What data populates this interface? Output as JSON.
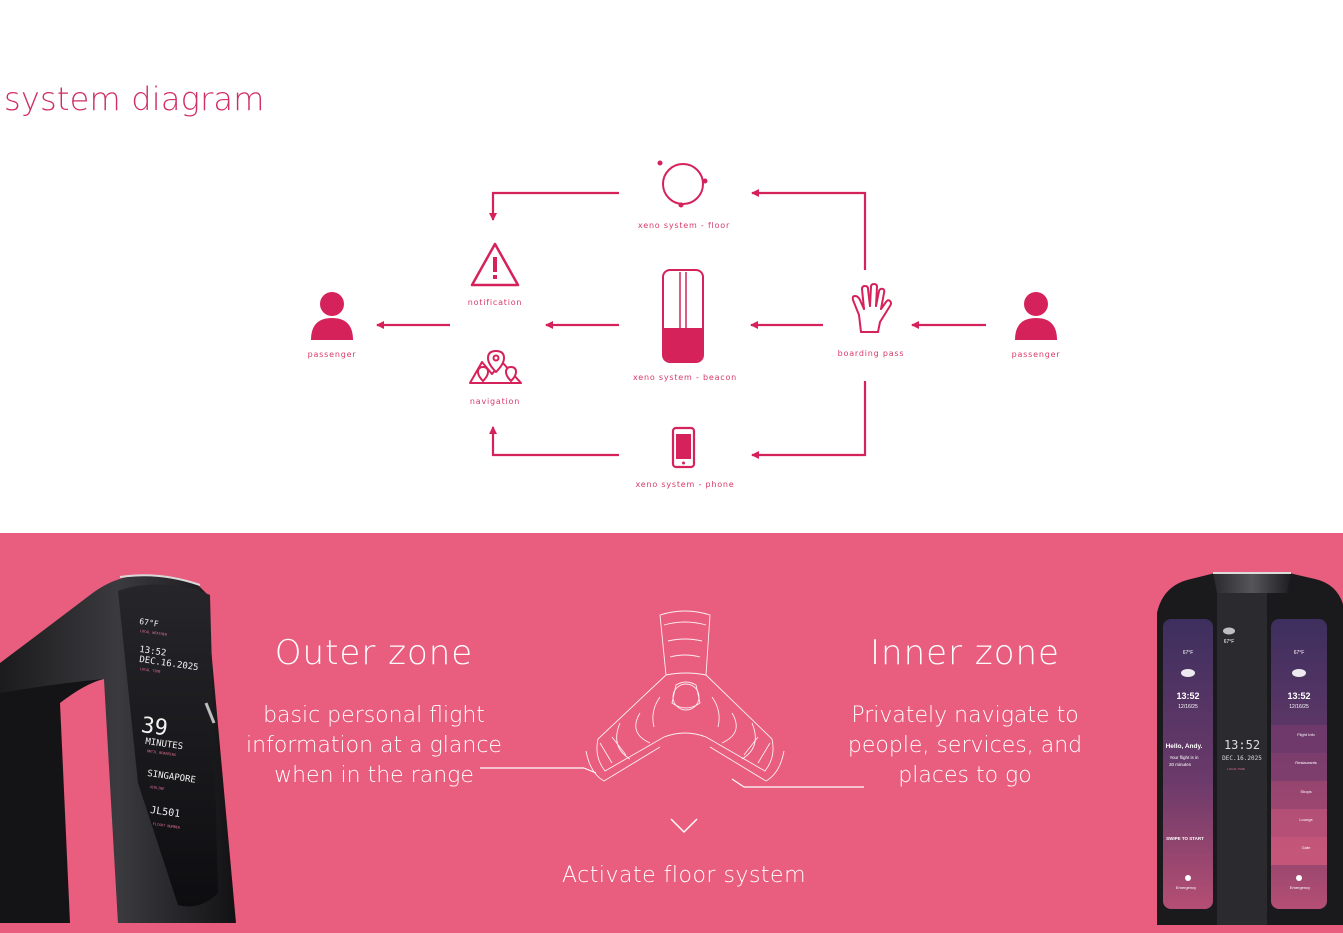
{
  "page": {
    "title": "system diagram"
  },
  "diagram": {
    "nodes": {
      "floor": "xeno system - floor",
      "notification": "notification",
      "passenger_left": "passenger",
      "beacon": "xeno system - beacon",
      "boarding_pass": "boarding pass",
      "passenger_right": "passenger",
      "navigation": "navigation",
      "phone": "xeno system - phone"
    },
    "colors": {
      "accent": "#d6225a",
      "band": "#e95d7f"
    }
  },
  "band": {
    "outer_zone": {
      "title": "Outer zone",
      "lines": [
        "basic personal flight",
        "information at a glance",
        "when in the range"
      ]
    },
    "inner_zone": {
      "title": "Inner zone",
      "lines": [
        "Privately navigate to",
        "people, services, and",
        "places to go"
      ]
    },
    "activate_label": "Activate floor system",
    "left_device": {
      "temp": "67°F",
      "local_weather": "LOCAL WEATHER",
      "time": "13:52",
      "date": "DEC.16.2025",
      "local_time": "LOCAL TIME",
      "minutes_value": "39",
      "minutes_label": "MINUTES",
      "until_boarding": "UNTIL BOARDING",
      "destination": "SINGAPORE",
      "airline": "AIRLINE",
      "flight": "JL501",
      "flight_number": "FLIGHT NUMBER"
    },
    "right_device": {
      "left_screen": {
        "temp": "67°F",
        "time": "13:52",
        "date": "12/16/25",
        "greeting": "Hello, Andy.",
        "message_1": "Your flight is in",
        "message_2": "30 minutes",
        "swipe": "SWIPE TO START",
        "emergency": "Emergency"
      },
      "center_strip": {
        "temp": "67°F",
        "time": "13:52",
        "date": "DEC.16.2025",
        "local_time": "LOCAL TIME"
      },
      "right_screen": {
        "temp": "67°F",
        "time": "13:52",
        "date": "12/16/25",
        "menu": [
          "Flight Info",
          "Restaurants",
          "Shops",
          "Lounge",
          "Gate"
        ],
        "emergency": "Emergency"
      }
    }
  }
}
